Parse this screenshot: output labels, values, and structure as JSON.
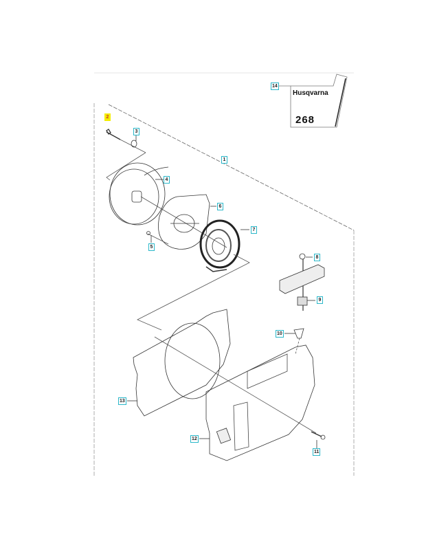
{
  "diagram": {
    "labels": {
      "p1": "1",
      "p2": "2",
      "p3": "3",
      "p4": "4",
      "p5": "5",
      "p6": "6",
      "p7": "7",
      "p8": "8",
      "p9": "9",
      "p10": "10",
      "p11": "11",
      "p12": "12",
      "p13": "13",
      "p14": "14"
    },
    "highlighted_part": "2",
    "decal": {
      "brand": "Husqvarna",
      "model": "268"
    },
    "colors": {
      "label_border": "#2ab7c9",
      "highlight": "#f4ee00"
    }
  }
}
